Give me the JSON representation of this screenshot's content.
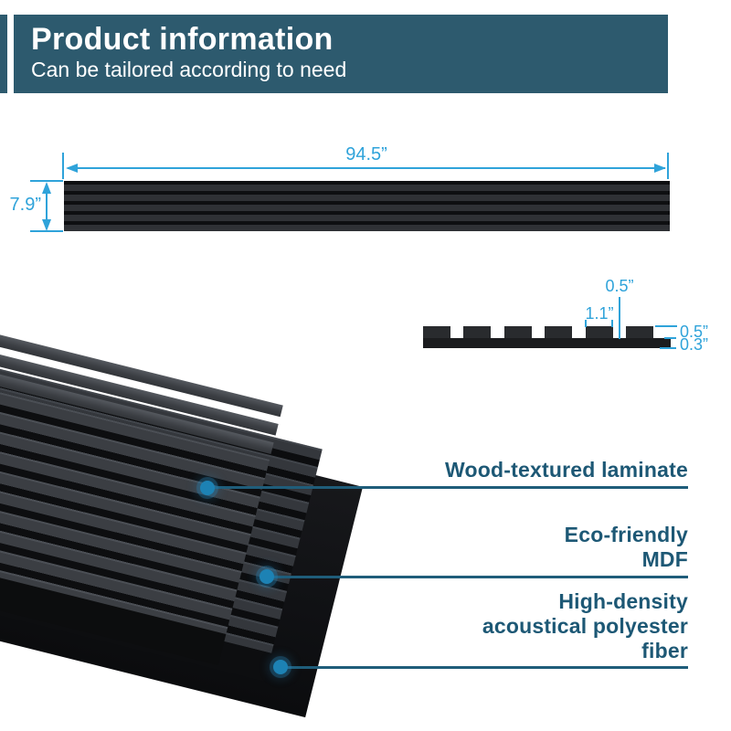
{
  "header": {
    "title": "Product information",
    "subtitle": "Can be tailored according to need"
  },
  "top_view": {
    "width_label": "94.5”",
    "height_label": "7.9”"
  },
  "cross_section": {
    "gap_label": "0.5”",
    "slat_width_label": "1.1”",
    "slat_height_label": "0.5”",
    "base_thickness_label": "0.3”"
  },
  "materials": {
    "laminate": "Wood-textured laminate",
    "mdf_line1": "Eco-friendly",
    "mdf_line2": "MDF",
    "fiber_line1": "High-density",
    "fiber_line2": "acoustical polyester",
    "fiber_line3": "fiber"
  },
  "colors": {
    "header_teal": "#2d5a6e",
    "dimension_blue": "#2fa3da",
    "label_teal": "#1d5875",
    "leader_line_teal": "#1f5d7a",
    "panel_slat_gray": "#2f3135",
    "panel_groove_black": "#0e0f11"
  }
}
